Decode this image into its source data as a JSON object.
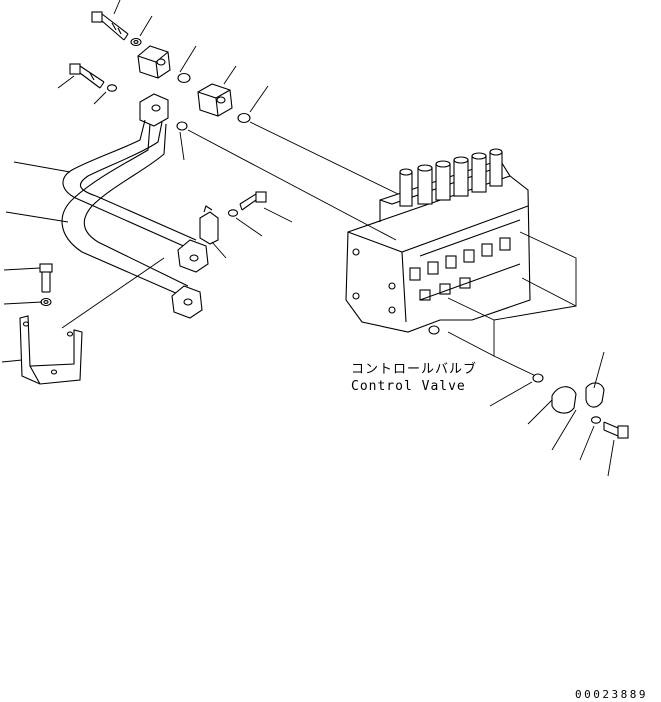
{
  "labels": {
    "component_jp": "コントロールバルブ",
    "component_en": "Control Valve",
    "drawing_number": "00023889"
  }
}
